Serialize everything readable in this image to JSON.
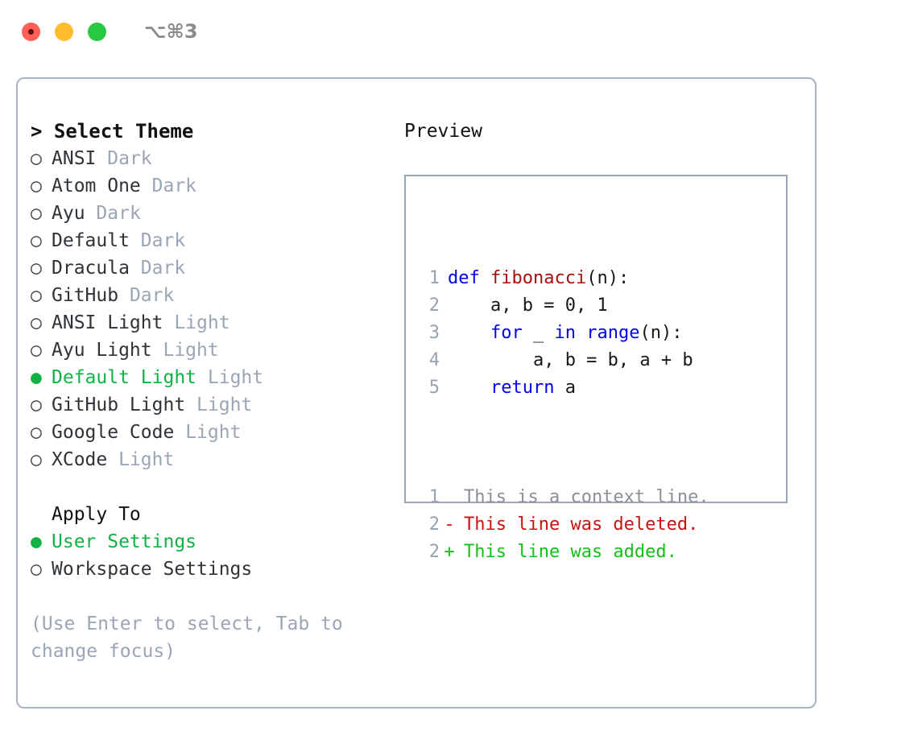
{
  "window": {
    "shortcut": "⌥⌘3",
    "traffic_lights": [
      {
        "name": "close",
        "color": "#ff5f57"
      },
      {
        "name": "minimize",
        "color": "#ffbd2e"
      },
      {
        "name": "maximize",
        "color": "#28c840"
      }
    ]
  },
  "theme_picker": {
    "heading": "> Select Theme",
    "bullet_selected": "●",
    "bullet_unselected": "○",
    "options": [
      {
        "label": "ANSI",
        "suffix": "Dark",
        "selected": false
      },
      {
        "label": "Atom One",
        "suffix": "Dark",
        "selected": false
      },
      {
        "label": "Ayu",
        "suffix": "Dark",
        "selected": false
      },
      {
        "label": "Default",
        "suffix": "Dark",
        "selected": false
      },
      {
        "label": "Dracula",
        "suffix": "Dark",
        "selected": false
      },
      {
        "label": "GitHub",
        "suffix": "Dark",
        "selected": false
      },
      {
        "label": "ANSI Light",
        "suffix": "Light",
        "selected": false
      },
      {
        "label": "Ayu Light",
        "suffix": "Light",
        "selected": false
      },
      {
        "label": "Default Light",
        "suffix": "Light",
        "selected": true
      },
      {
        "label": "GitHub Light",
        "suffix": "Light",
        "selected": false
      },
      {
        "label": "Google Code",
        "suffix": "Light",
        "selected": false
      },
      {
        "label": "XCode",
        "suffix": "Light",
        "selected": false
      }
    ]
  },
  "apply_to": {
    "heading": "Apply To",
    "options": [
      {
        "label": "User Settings",
        "selected": true
      },
      {
        "label": "Workspace Settings",
        "selected": false
      }
    ]
  },
  "hint": "(Use Enter to select, Tab to change focus)",
  "preview": {
    "heading": "Preview",
    "code_lines": [
      {
        "number": "1",
        "tokens": [
          {
            "text": "def ",
            "type": "kw"
          },
          {
            "text": "fibonacci",
            "type": "fn"
          },
          {
            "text": "(n):",
            "type": "plain"
          }
        ]
      },
      {
        "number": "2",
        "tokens": [
          {
            "text": "    a, b = 0, 1",
            "type": "plain"
          }
        ]
      },
      {
        "number": "3",
        "tokens": [
          {
            "text": "    ",
            "type": "plain"
          },
          {
            "text": "for",
            "type": "kw"
          },
          {
            "text": " _ ",
            "type": "plain"
          },
          {
            "text": "in",
            "type": "kw"
          },
          {
            "text": " ",
            "type": "plain"
          },
          {
            "text": "range",
            "type": "kw"
          },
          {
            "text": "(n):",
            "type": "plain"
          }
        ]
      },
      {
        "number": "4",
        "tokens": [
          {
            "text": "        a, b = b, a + b",
            "type": "plain"
          }
        ]
      },
      {
        "number": "5",
        "tokens": [
          {
            "text": "    ",
            "type": "plain"
          },
          {
            "text": "return",
            "type": "kw"
          },
          {
            "text": " a",
            "type": "plain"
          }
        ]
      }
    ],
    "diff_lines": [
      {
        "number": "1",
        "mark": " ",
        "text": "This is a context line.",
        "kind": "context"
      },
      {
        "number": "2",
        "mark": "-",
        "text": "This line was deleted.",
        "kind": "del"
      },
      {
        "number": "2",
        "mark": "+",
        "text": "This line was added.",
        "kind": "add"
      }
    ]
  },
  "colors": {
    "accent_green": "#12b146",
    "muted": "#9aa5b5",
    "keyword_blue": "#0000ee",
    "function_red": "#a80e0e",
    "diff_add": "#12c216",
    "diff_del": "#cc1111",
    "border": "#aab3c0"
  }
}
